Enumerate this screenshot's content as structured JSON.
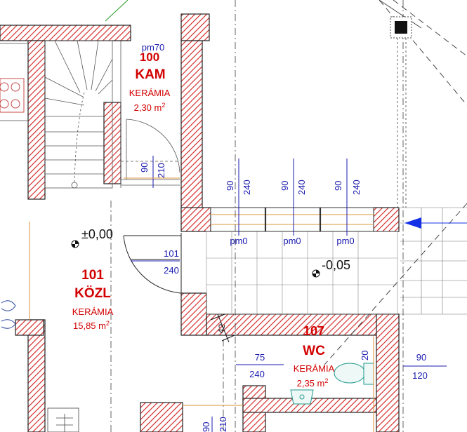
{
  "rooms": [
    {
      "number": "100",
      "name": "KAM",
      "material": "KERÁMIA",
      "area": "2,30 m",
      "area_sup": "2"
    },
    {
      "number": "101",
      "name": "KÖZL",
      "material": "KERÁMIA",
      "area": "15,85 m",
      "area_sup": "2"
    },
    {
      "number": "107",
      "name": "WC",
      "material": "KERÁMIA",
      "area": "2,35 m",
      "area_sup": "2"
    }
  ],
  "levels": {
    "zero": "±0,00",
    "minus": "-0,05"
  },
  "door_tags": {
    "kam_top": "pm70",
    "kam_w": "90",
    "kam_h": "210",
    "w1": "90",
    "h1": "240",
    "w2": "90",
    "h2": "240",
    "w3": "90",
    "h3": "240",
    "pm0_a": "pm0",
    "pm0_b": "pm0",
    "pm0_c": "pm0",
    "main_w": "101",
    "main_h": "240",
    "wc_w": "75",
    "wc_h": "240",
    "wc_r_w": "20",
    "right_w": "90",
    "right_h": "120",
    "bot_w": "90",
    "bot_h": "210",
    "wall_dim": "42"
  },
  "colors": {
    "hatch": "#d21e1e",
    "text_red": "#d20000",
    "text_blue": "#1a1ab0",
    "arrow": "#1430e6",
    "fixture": "#1e9a8c"
  }
}
